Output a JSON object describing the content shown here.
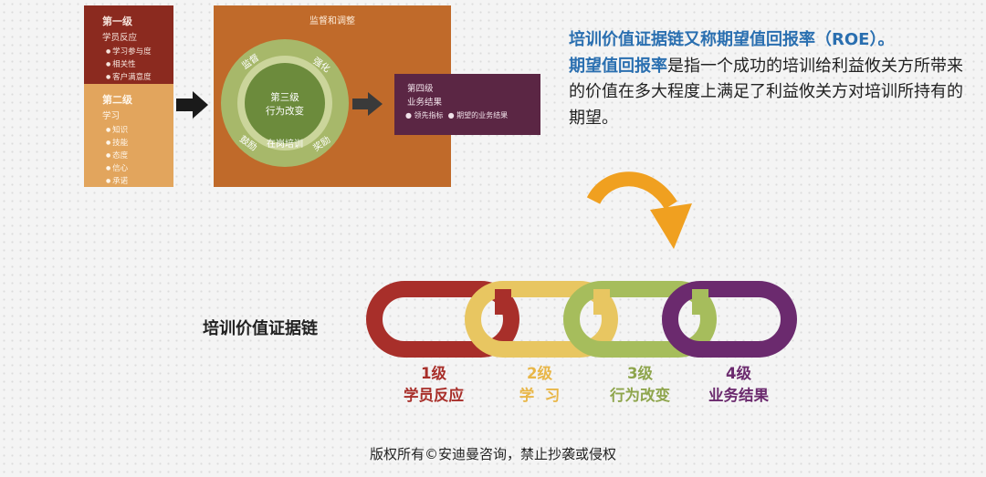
{
  "left_boxes": {
    "level1": {
      "title": "第一级",
      "subtitle": "学员反应",
      "items": [
        "学习参与度",
        "相关性",
        "客户满意度"
      ]
    },
    "level2": {
      "title": "第二级",
      "subtitle": "学习",
      "items": [
        "知识",
        "技能",
        "态度",
        "信心",
        "承诺"
      ]
    }
  },
  "panel": {
    "title": "监督和调整",
    "ring_labels": {
      "top_left": "监督",
      "top_right": "强化",
      "bottom_left": "鼓励",
      "bottom_right": "奖励",
      "bottom": "在岗培训"
    },
    "center": {
      "line1": "第三级",
      "line2": "行为改变"
    }
  },
  "level4": {
    "title": "第四级",
    "subtitle": "业务结果",
    "bullet1": "领先指标",
    "bullet2": "期望的业务结果"
  },
  "right_text": {
    "line1": "培训价值证据链又称期望值回报率（ROE）。",
    "highlight": "期望值回报率",
    "rest": "是指一个成功的培训给利益攸关方所带来的价值在多大程度上满足了利益攸关方对培训所持有的期望。"
  },
  "chain": {
    "label": "培训价值证据链",
    "levels": [
      {
        "num": "1级",
        "name": "学员反应",
        "color": "#a82f2a"
      },
      {
        "num": "2级",
        "name": "学  习",
        "color": "#e8b647"
      },
      {
        "num": "3级",
        "name": "行为改变",
        "color": "#8ea54c"
      },
      {
        "num": "4级",
        "name": "业务结果",
        "color": "#6b2a6e"
      }
    ]
  },
  "copyright": "版权所有©安迪曼咨询，禁止抄袭或侵权",
  "colors": {
    "level1_box": "#8b2a1f",
    "level2_box": "#e2a55d",
    "panel": "#c06a2a",
    "level4_box": "#5b2644",
    "highlight_blue": "#2a6fb0",
    "curve_arrow": "#f0a020"
  }
}
